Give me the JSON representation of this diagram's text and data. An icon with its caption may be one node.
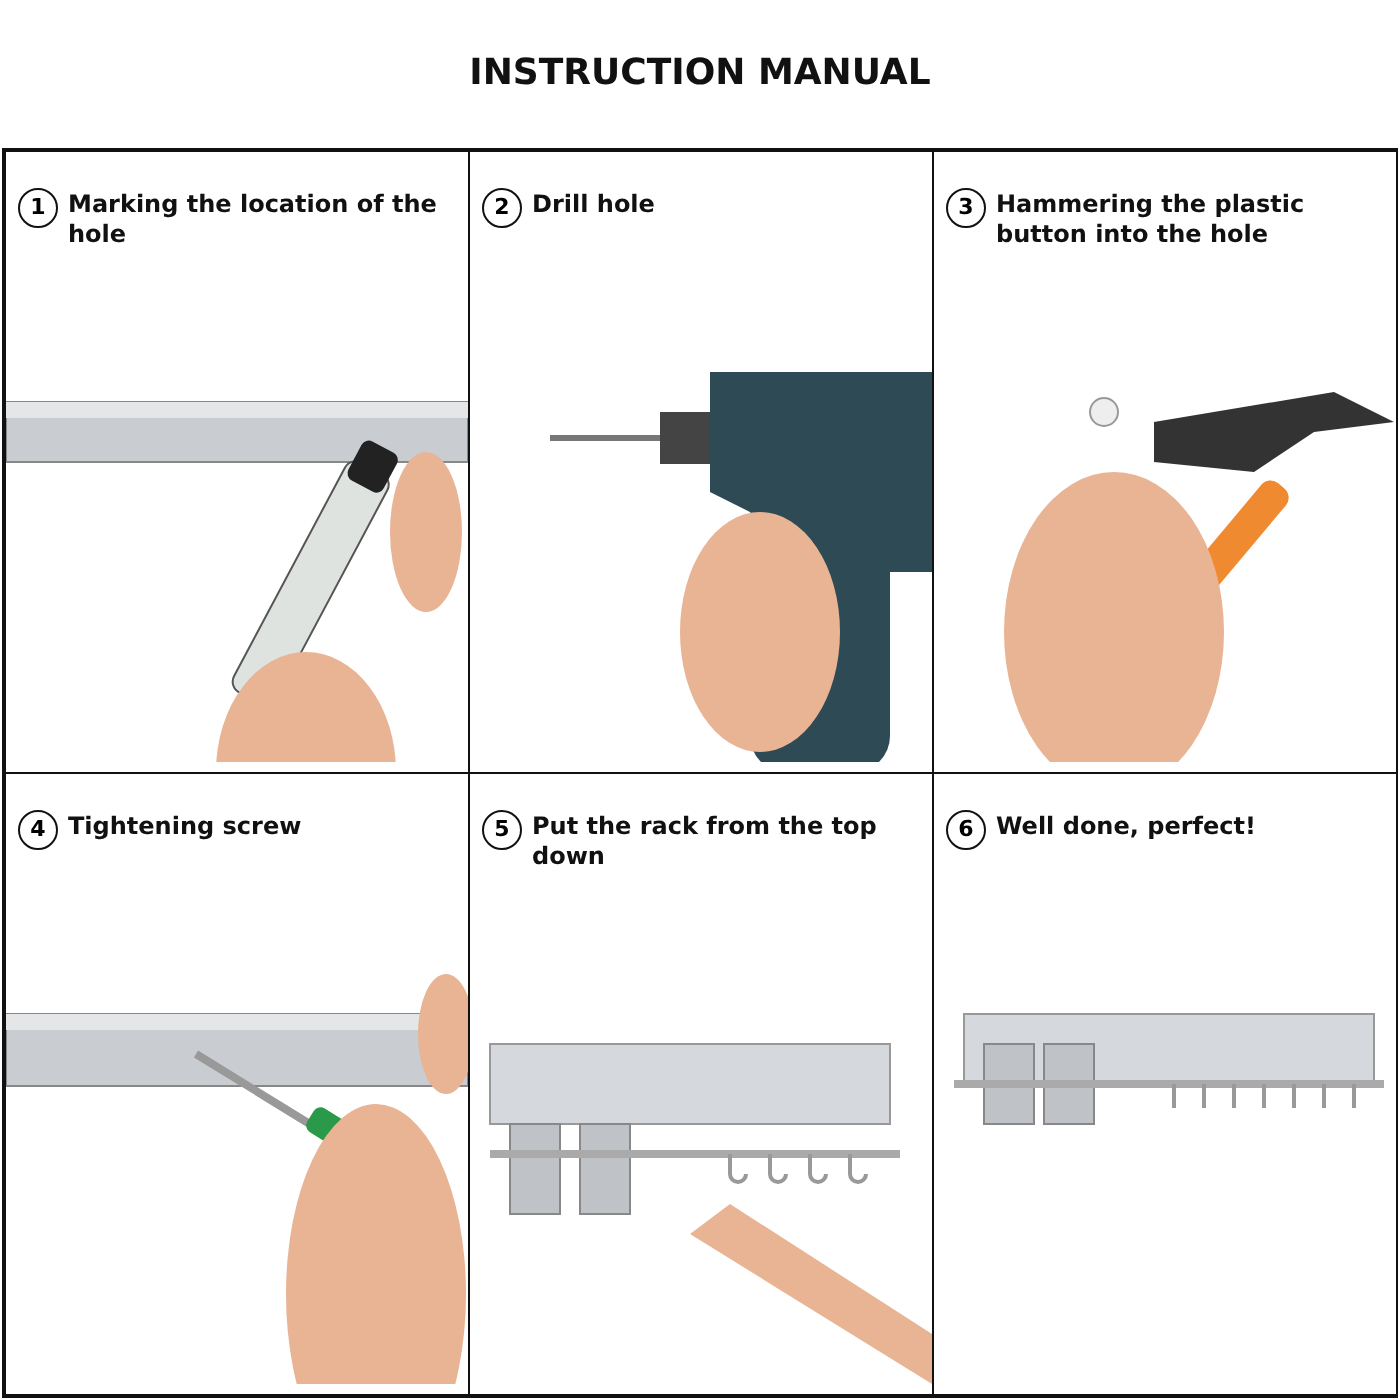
{
  "diagram": {
    "title": "INSTRUCTION MANUAL",
    "nodes": [
      {
        "text": [
          "1",
          "Marking the location of the hole"
        ]
      },
      {
        "text": [
          "2",
          "Drill hole"
        ]
      },
      {
        "text": [
          "3",
          "Hammering the plastic button into the hole"
        ]
      },
      {
        "text": [
          "4",
          "Tightening screw"
        ]
      },
      {
        "text": [
          "5",
          "Put the rack from the top down"
        ]
      },
      {
        "text": [
          "6",
          "Well done, perfect!"
        ]
      }
    ]
  }
}
